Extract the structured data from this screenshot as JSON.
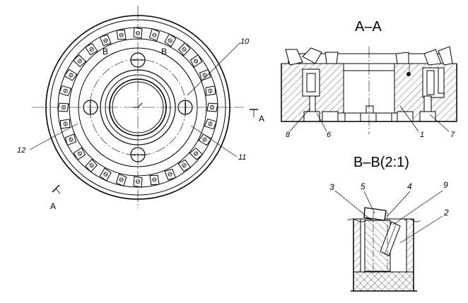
{
  "section_titles": {
    "aa": "A–A",
    "bb": "B–B(2:1)"
  },
  "cut_markers": {
    "a_right": "A",
    "a_left": "A",
    "b_left": "B",
    "b_right": "B"
  },
  "callouts": {
    "n1": "1",
    "n2": "2",
    "n3": "3",
    "n4": "4",
    "n5": "5",
    "n6": "6",
    "n7": "7",
    "n8": "8",
    "n9": "9",
    "n10": "10",
    "n11": "11",
    "n12": "12"
  }
}
